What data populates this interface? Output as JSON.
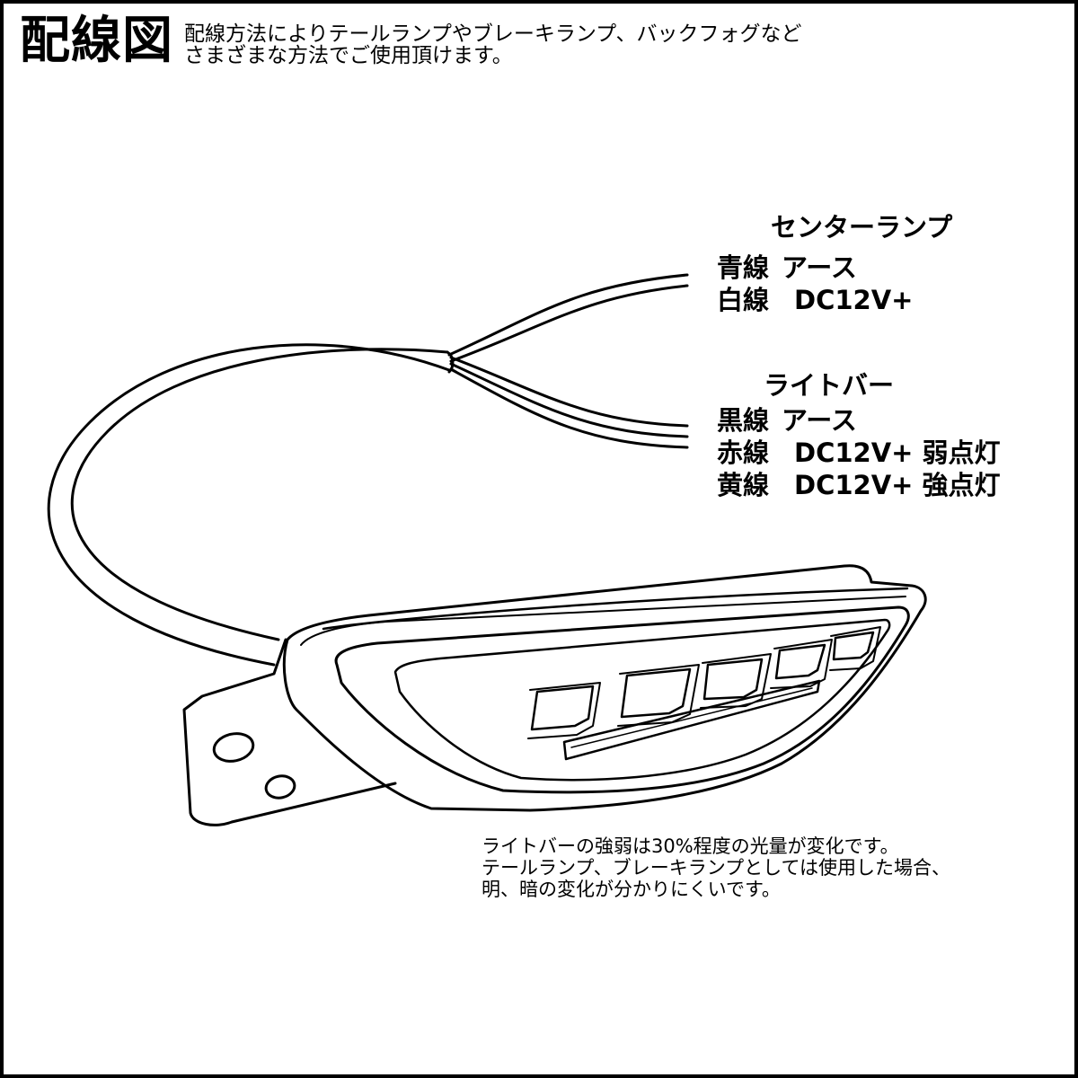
{
  "header": {
    "title": "配線図",
    "description": [
      "配線方法によりテールランプやブレーキランプ、バックフォグなど",
      "さまざまな方法でご使用頂けます。"
    ]
  },
  "groups": [
    {
      "heading": "センターランプ",
      "wires": [
        {
          "color": "青線",
          "function": "アース",
          "note": ""
        },
        {
          "color": "白線",
          "function": "DC12V+",
          "note": ""
        }
      ]
    },
    {
      "heading": "ライトバー",
      "wires": [
        {
          "color": "黒線",
          "function": "アース",
          "note": ""
        },
        {
          "color": "赤線",
          "function": "DC12V+",
          "note": "弱点灯"
        },
        {
          "color": "黄線",
          "function": "DC12V+",
          "note": "強点灯"
        }
      ]
    }
  ],
  "footnote": [
    "ライトバーの強弱は30%程度の光量が変化です。",
    "テールランプ、ブレーキランプとしては使用した場合、",
    "明、暗の変化が分かりにくいです。"
  ],
  "colors": {
    "line": "#000000",
    "background": "#ffffff"
  }
}
